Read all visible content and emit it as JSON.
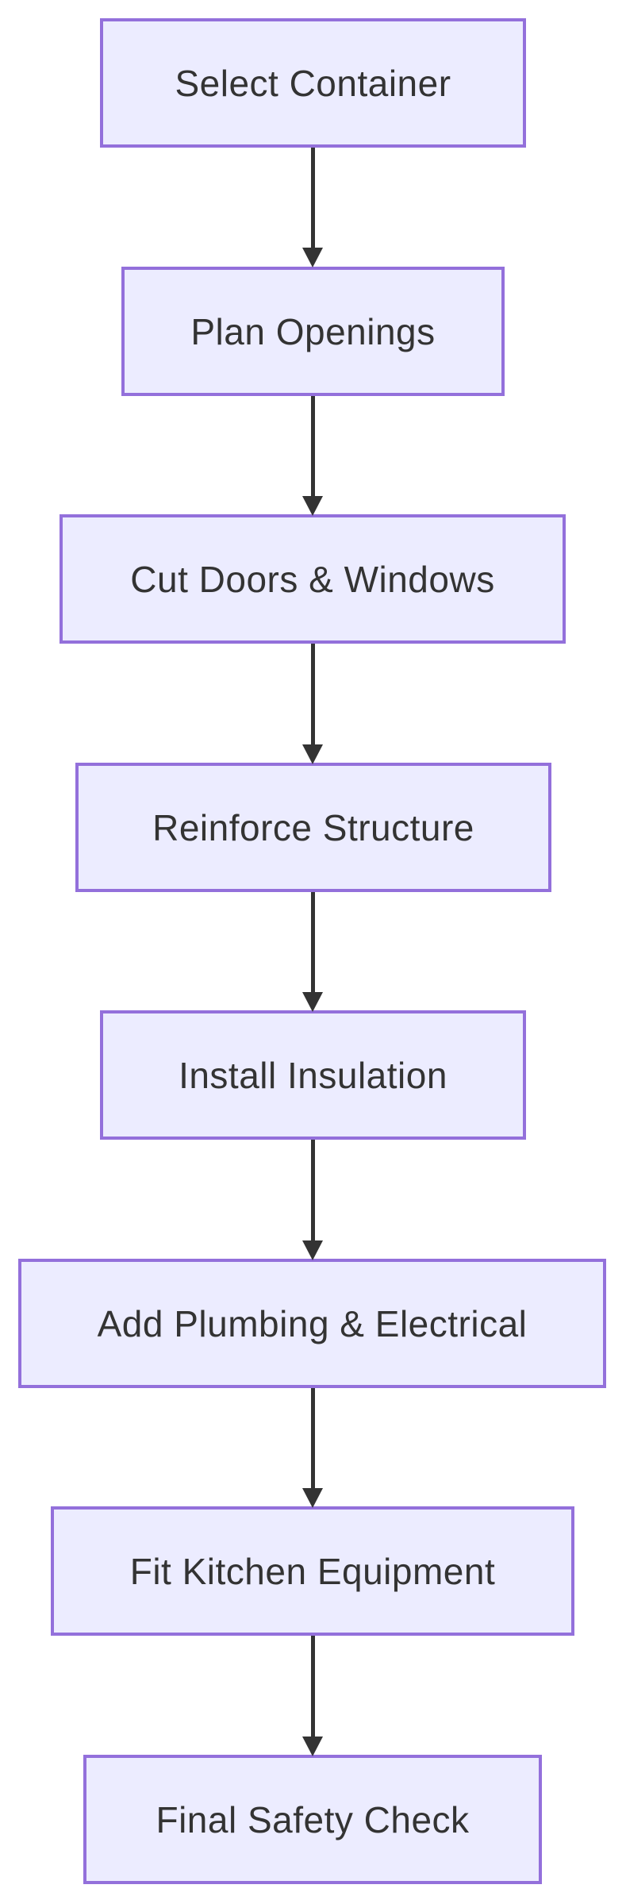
{
  "diagram": {
    "type": "flowchart",
    "direction": "top-down",
    "nodes": [
      {
        "id": "A",
        "label": "Select Container"
      },
      {
        "id": "B",
        "label": "Plan Openings"
      },
      {
        "id": "C",
        "label": "Cut Doors & Windows"
      },
      {
        "id": "D",
        "label": "Reinforce Structure"
      },
      {
        "id": "E",
        "label": "Install Insulation"
      },
      {
        "id": "F",
        "label": "Add Plumbing & Electrical"
      },
      {
        "id": "G",
        "label": "Fit Kitchen Equipment"
      },
      {
        "id": "H",
        "label": "Final Safety Check"
      }
    ],
    "edges": [
      {
        "from": "Select Container",
        "to": "Plan Openings"
      },
      {
        "from": "Plan Openings",
        "to": "Cut Doors & Windows"
      },
      {
        "from": "Cut Doors & Windows",
        "to": "Reinforce Structure"
      },
      {
        "from": "Reinforce Structure",
        "to": "Install Insulation"
      },
      {
        "from": "Install Insulation",
        "to": "Add Plumbing & Electrical"
      },
      {
        "from": "Add Plumbing & Electrical",
        "to": "Fit Kitchen Equipment"
      },
      {
        "from": "Fit Kitchen Equipment",
        "to": "Final Safety Check"
      }
    ],
    "colors": {
      "node_fill": "#ECECFF",
      "node_border": "#9370DB",
      "text": "#333333",
      "arrow": "#333333",
      "background": "#FFFFFF"
    }
  }
}
